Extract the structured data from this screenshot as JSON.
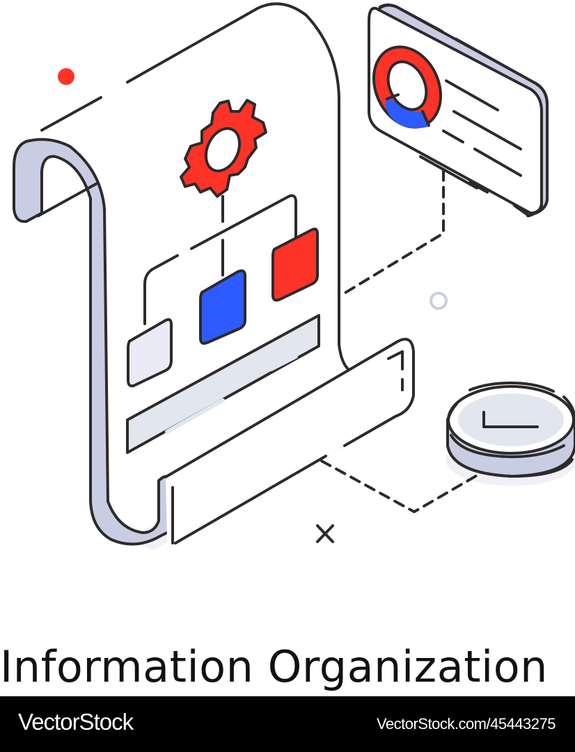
{
  "illustration": {
    "subject": "isometric scroll document with gear, flowchart, donut chart card and coin",
    "icons": [
      "scroll-document-icon",
      "gear-icon",
      "flowchart-icon",
      "donut-chart-card-icon",
      "coin-icon",
      "dot-decoration",
      "ring-decoration",
      "x-decoration"
    ],
    "colors": {
      "outline": "#2b2b2b",
      "red": "#fd3328",
      "blue": "#2d5bff",
      "lavender_light": "#ebebf8",
      "lavender": "#c9cde3",
      "gray_bar": "#e2e6ef",
      "shadow": "#f0f1f6"
    }
  },
  "caption": {
    "title": "Information Organization"
  },
  "watermark": {
    "brand": "VectorStock",
    "id_text": "VectorStock.com/45443275"
  }
}
